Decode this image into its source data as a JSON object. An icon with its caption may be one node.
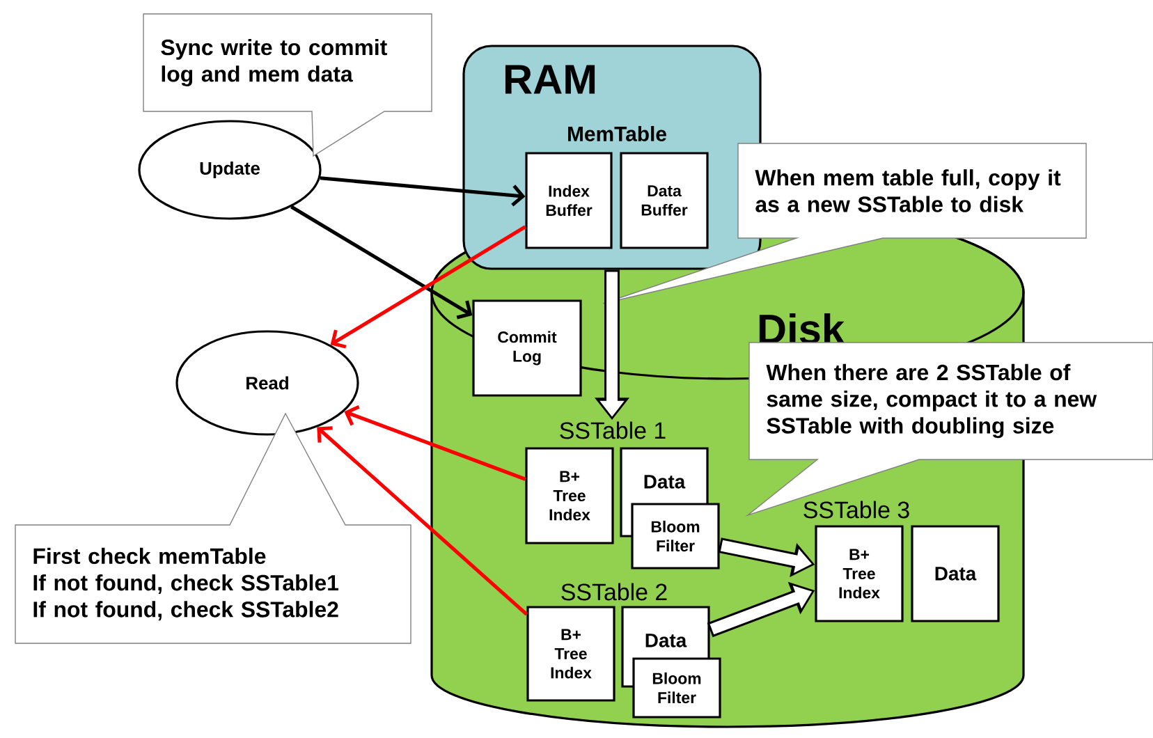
{
  "diagram": {
    "nodes": [
      {
        "text": [
          "Update"
        ]
      },
      {
        "text": [
          "Read"
        ]
      },
      {
        "text": [
          "RAM"
        ]
      },
      {
        "text": [
          "Index Buffer"
        ],
        "in": 2
      },
      {
        "text": [
          "Data Buffer"
        ],
        "in": 2
      },
      {
        "text": [
          "Disk"
        ]
      },
      {
        "text": [
          "Commit Log"
        ],
        "in": 5
      },
      {
        "text": [
          "SSTable 1"
        ],
        "in": 5
      },
      {
        "text": [
          "B+ Tree Index"
        ],
        "in": 5
      },
      {
        "text": [
          "Data"
        ],
        "in": 5
      },
      {
        "text": [
          "Bloom Filter"
        ],
        "in": 5
      },
      {
        "text": [
          "B+ Tree Index"
        ],
        "in": 5
      },
      {
        "text": [
          "Data"
        ],
        "in": 5
      },
      {
        "text": [
          "Bloom Filter"
        ],
        "in": 5
      },
      {
        "text": [
          "B+ Tree Index"
        ],
        "in": 5
      },
      {
        "text": [
          "Data"
        ],
        "in": 5
      },
      {
        "text": [
          "Sync write to commit log and mem data"
        ]
      },
      {
        "text": [
          "When mem table full, copy it as a new SSTable to disk"
        ]
      },
      {
        "text": [
          "When there are 2 SSTable of same size, compact it to a new SSTable with doubling size"
        ]
      },
      {
        "text": [
          "First check memTable",
          "If not found, check SSTable1",
          "If not found, check SSTable2"
        ]
      }
    ],
    "edges": [
      {
        "from": 0,
        "to": 3,
        "arrow": "to",
        "color": "#000000"
      },
      {
        "from": 0,
        "to": 6,
        "arrow": "to",
        "color": "#000000"
      },
      {
        "from": 3,
        "to": 1,
        "arrow": "to",
        "color": "#ff0000"
      },
      {
        "from": 8,
        "to": 1,
        "arrow": "to",
        "color": "#ff0000"
      },
      {
        "from": 11,
        "to": 1,
        "arrow": "to",
        "color": "#ff0000"
      },
      {
        "from": 2,
        "to": 7,
        "arrow": "to",
        "style": "thick",
        "color": "#ffffff"
      },
      {
        "from": 10,
        "to": 14,
        "arrow": "to",
        "style": "thick",
        "color": "#ffffff"
      },
      {
        "from": 12,
        "to": 14,
        "arrow": "to",
        "style": "thick",
        "color": "#ffffff"
      }
    ],
    "labels": [
      "MemTable",
      "SSTable 2",
      "SSTable 3"
    ]
  }
}
